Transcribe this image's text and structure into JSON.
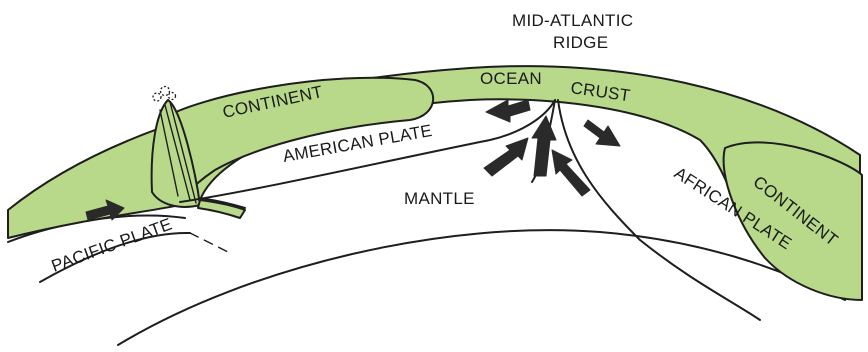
{
  "diagram": {
    "labels": {
      "ridge_line1": "MID-ATLANTIC",
      "ridge_line2": "RIDGE",
      "ocean": "OCEAN",
      "crust": "CRUST",
      "continent_left": "CONTINENT",
      "continent_right": "CONTINENT",
      "american_plate": "AMERICAN PLATE",
      "mantle": "MANTLE",
      "african_plate": "AFRICAN PLATE",
      "pacific_plate": "PACIFIC PLATE"
    },
    "colors": {
      "crust": "#b9d98a",
      "outline": "#1e1e1e",
      "arrow": "#2a2a2a"
    },
    "icons": [
      "volcano-icon",
      "arrow-icon"
    ]
  }
}
